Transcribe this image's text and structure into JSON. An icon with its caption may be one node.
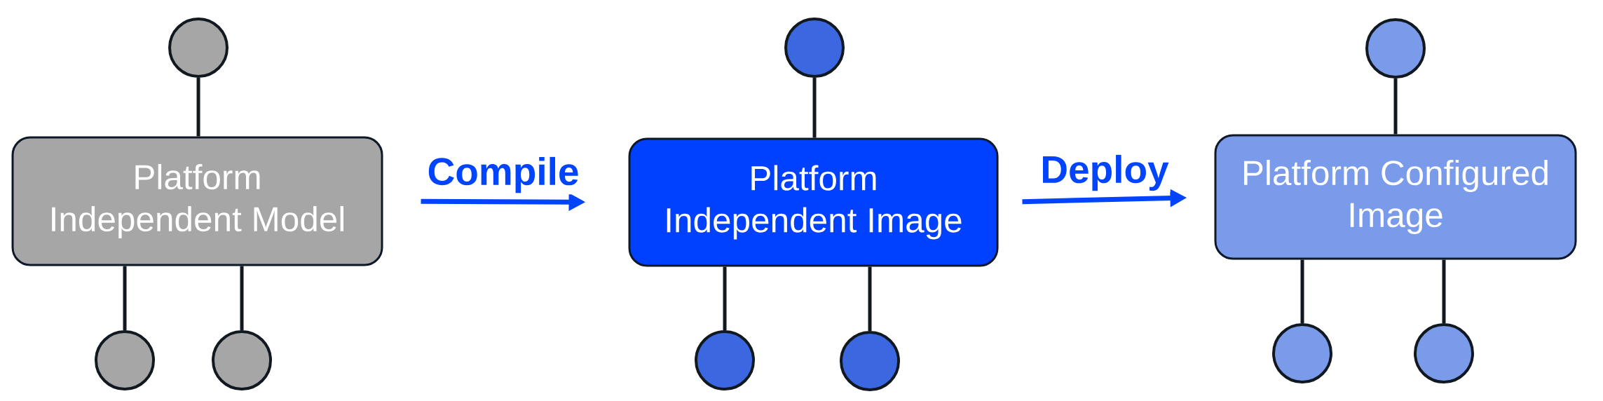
{
  "diagram": {
    "nodes": [
      {
        "text": [],
        "shape": "circle"
      },
      {
        "text": [
          "Platform Independent Model"
        ]
      },
      {
        "text": [],
        "shape": "circle"
      },
      {
        "text": [],
        "shape": "circle"
      },
      {
        "text": [],
        "shape": "circle"
      },
      {
        "text": [
          "Platform Independent Image"
        ]
      },
      {
        "text": [],
        "shape": "circle"
      },
      {
        "text": [],
        "shape": "circle"
      },
      {
        "text": [],
        "shape": "circle"
      },
      {
        "text": [
          "Platform Configured Image"
        ]
      },
      {
        "text": [],
        "shape": "circle"
      },
      {
        "text": [],
        "shape": "circle"
      }
    ],
    "edges": [
      {
        "from": 0,
        "to": 1,
        "arrow": "none"
      },
      {
        "from": 1,
        "to": 2,
        "arrow": "none"
      },
      {
        "from": 1,
        "to": 3,
        "arrow": "none"
      },
      {
        "from": 1,
        "to": 5,
        "arrow": "to",
        "label": "Compile",
        "color": "#0044ff"
      },
      {
        "from": 4,
        "to": 5,
        "arrow": "none"
      },
      {
        "from": 5,
        "to": 6,
        "arrow": "none"
      },
      {
        "from": 5,
        "to": 7,
        "arrow": "none"
      },
      {
        "from": 5,
        "to": 9,
        "arrow": "to",
        "label": "Deploy",
        "color": "#0044ff"
      },
      {
        "from": 8,
        "to": 9,
        "arrow": "none"
      },
      {
        "from": 9,
        "to": 10,
        "arrow": "none"
      },
      {
        "from": 9,
        "to": 11,
        "arrow": "none"
      }
    ]
  }
}
